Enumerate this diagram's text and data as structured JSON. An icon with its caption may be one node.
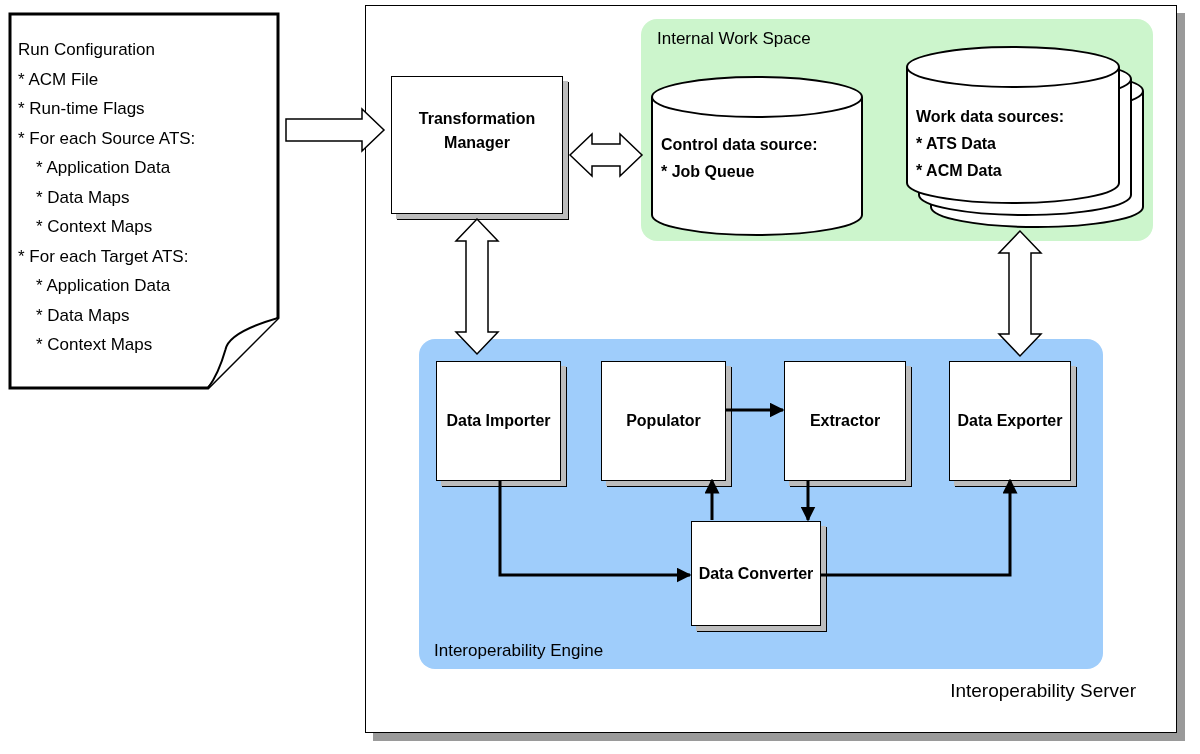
{
  "diagram": {
    "nodes": [
      {
        "text": [
          "Run Configuration",
          "* ACM File",
          "* Run-time Flags",
          "* For each Source ATS:",
          "* Application Data",
          "* Data Maps",
          "* Context Maps",
          "* For each Target ATS:",
          "* Application Data",
          "* Data Maps",
          "* Context Maps"
        ]
      },
      {
        "text": [
          "Interoperability Server"
        ]
      },
      {
        "text": [
          "Internal Work Space"
        ],
        "in": 1
      },
      {
        "text": [
          "Transformation Manager"
        ],
        "in": 1
      },
      {
        "text": [
          "Control data source:",
          "* Job Queue"
        ],
        "in": 2
      },
      {
        "text": [
          "Work data sources:",
          "* ATS Data",
          "* ACM Data"
        ],
        "in": 2
      },
      {
        "text": [
          "Interoperability Engine"
        ],
        "in": 1
      },
      {
        "text": [
          "Data Importer"
        ],
        "in": 6
      },
      {
        "text": [
          "Populator"
        ],
        "in": 6
      },
      {
        "text": [
          "Extractor"
        ],
        "in": 6
      },
      {
        "text": [
          "Data Exporter"
        ],
        "in": 6
      },
      {
        "text": [
          "Data Converter"
        ],
        "in": 6
      }
    ],
    "edges": [
      {
        "from": 0,
        "to": 3,
        "arrow": "to",
        "style": "thick"
      },
      {
        "from": 3,
        "to": 4,
        "arrow": "both",
        "style": "thick"
      },
      {
        "from": 3,
        "to": 7,
        "arrow": "both",
        "style": "thick"
      },
      {
        "from": 5,
        "to": 10,
        "arrow": "both",
        "style": "thick"
      },
      {
        "from": 8,
        "to": 9,
        "arrow": "to"
      },
      {
        "from": 9,
        "to": 11,
        "arrow": "to"
      },
      {
        "from": 11,
        "to": 8,
        "arrow": "to"
      },
      {
        "from": 7,
        "to": 11,
        "arrow": "to"
      },
      {
        "from": 11,
        "to": 10,
        "arrow": "to"
      }
    ]
  }
}
